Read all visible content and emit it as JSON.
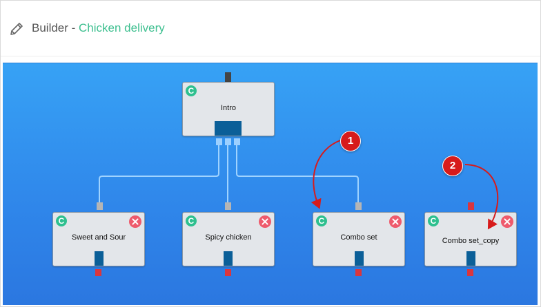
{
  "header": {
    "icon": "pencil-icon",
    "title_prefix": "Builder - ",
    "title_project": "Chicken delivery",
    "accent_color": "#3dbf8f"
  },
  "canvas": {
    "background": "#3399f0",
    "nodes": {
      "intro": {
        "label": "Intro"
      },
      "sweet": {
        "label": "Sweet and Sour"
      },
      "spicy": {
        "label": "Spicy chicken"
      },
      "combo": {
        "label": "Combo set"
      },
      "combo_copy": {
        "label": "Combo set_copy"
      }
    },
    "callouts": {
      "one": "1",
      "two": "2"
    }
  }
}
